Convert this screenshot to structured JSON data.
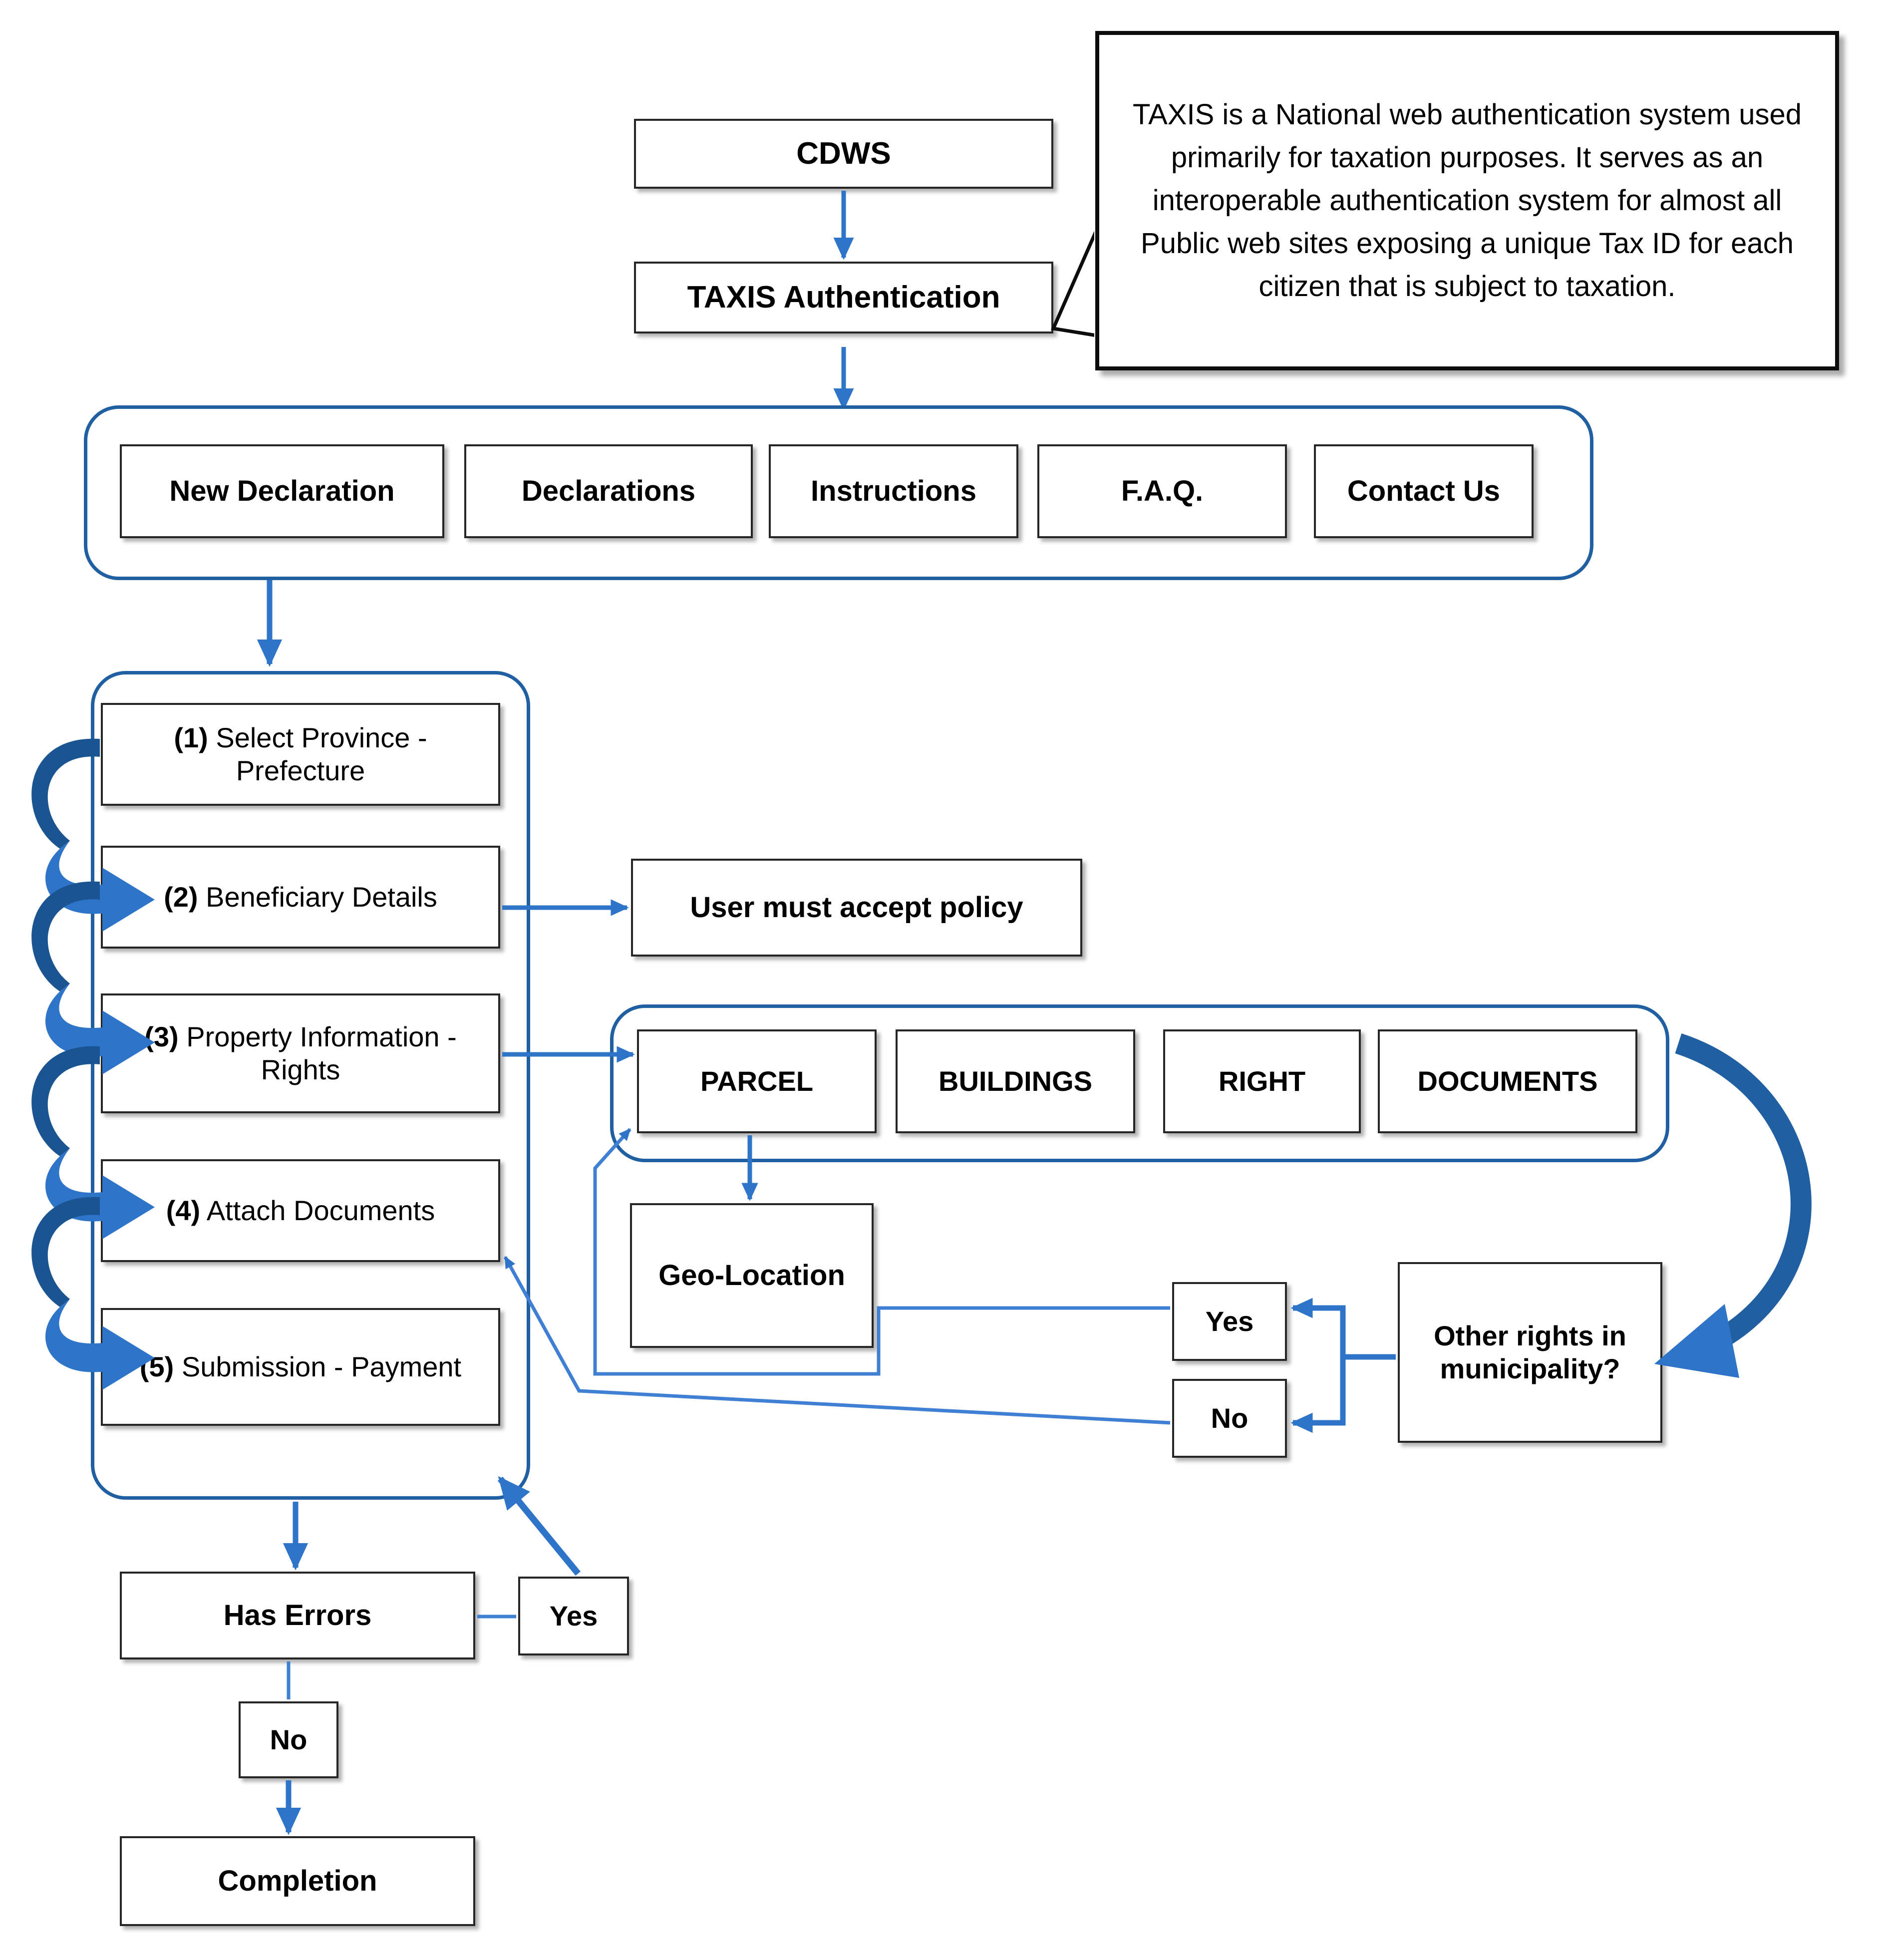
{
  "diagram": {
    "title": "CDWS Declaration Workflow",
    "colors": {
      "panel_border": "#1F5FA2",
      "arrow_blue": "#2E74C8",
      "arrow_dark_blue": "#1F5FA2",
      "thin_line_blue": "#3F7FD4",
      "box_border": "#262626",
      "callout_border": "#0D0D0D",
      "background": "#FFFFFF"
    }
  },
  "entry": {
    "cdws": "CDWS",
    "taxis_auth": "TAXIS Authentication"
  },
  "callout": {
    "text": "TAXIS is a National web authentication system used primarily for taxation purposes. It serves as an interoperable authentication system for almost all Public web sites exposing a unique Tax ID for each citizen that is subject to taxation."
  },
  "nav": {
    "items": [
      {
        "label": "New Declaration"
      },
      {
        "label": "Declarations"
      },
      {
        "label": "Instructions"
      },
      {
        "label": "F.A.Q."
      },
      {
        "label": "Contact Us"
      }
    ]
  },
  "wizard": {
    "steps": [
      {
        "num": "(1)",
        "label": " Select Province - Prefecture"
      },
      {
        "num": "(2)",
        "label": " Beneficiary Details"
      },
      {
        "num": "(3)",
        "label": " Property Information - Rights"
      },
      {
        "num": "(4)",
        "label": " Attach Documents"
      },
      {
        "num": "(5)",
        "label": " Submission - Payment"
      }
    ]
  },
  "side": {
    "policy": "User must accept policy",
    "geo_location": "Geo-Location"
  },
  "property_tabs": {
    "items": [
      {
        "label": "PARCEL"
      },
      {
        "label": "BUILDINGS"
      },
      {
        "label": "RIGHT"
      },
      {
        "label": "DOCUMENTS"
      }
    ]
  },
  "decision_rights": {
    "question": "Other rights in municipality?",
    "yes": "Yes",
    "no": "No"
  },
  "decision_errors": {
    "question": "Has Errors",
    "yes": "Yes",
    "no": "No"
  },
  "terminal": {
    "completion": "Completion"
  }
}
